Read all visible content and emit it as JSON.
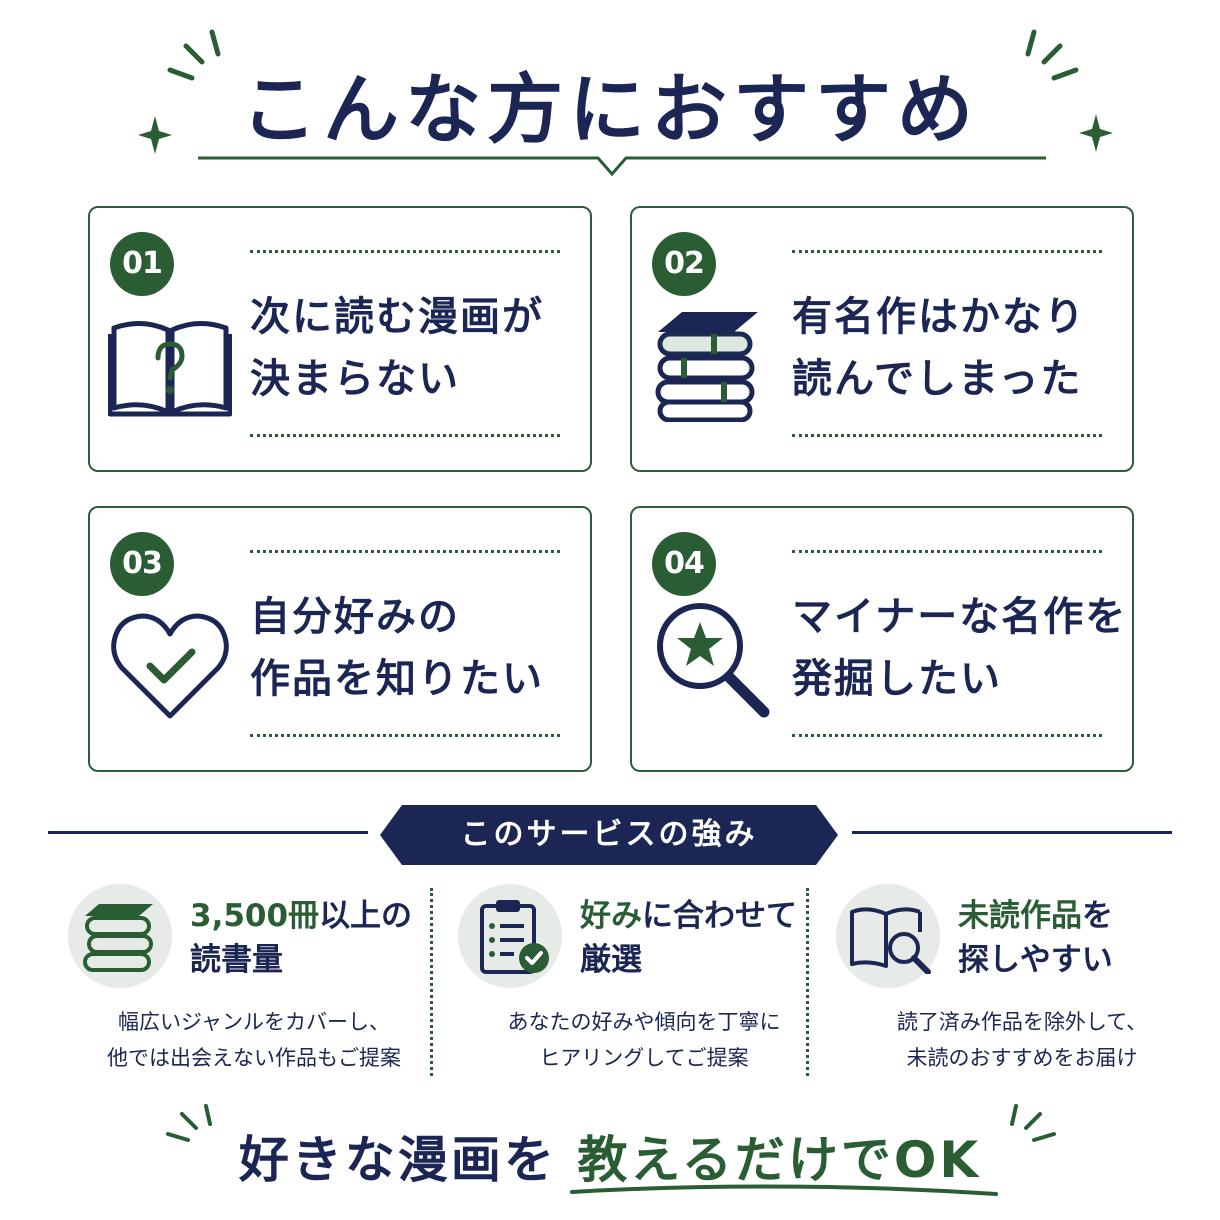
{
  "title": "こんな方におすすめ",
  "cards": [
    {
      "num": "01",
      "line1": "次に読む漫画が",
      "line2": "決まらない",
      "icon": "open-book-question-icon"
    },
    {
      "num": "02",
      "line1": "有名作はかなり",
      "line2": "読んでしまった",
      "icon": "book-stack-icon"
    },
    {
      "num": "03",
      "line1": "自分好みの",
      "line2": "作品を知りたい",
      "icon": "heart-check-icon"
    },
    {
      "num": "04",
      "line1": "マイナーな名作を",
      "line2": "発掘したい",
      "icon": "magnifier-star-icon"
    }
  ],
  "strengths": {
    "heading": "このサービスの強み",
    "items": [
      {
        "head_green": "3,500冊",
        "head_rest": "以上の",
        "head_line2": "読書量",
        "desc1": "幅広いジャンルをカバーし、",
        "desc2": "他では出会えない作品もご提案",
        "icon": "book-stack-icon"
      },
      {
        "head_green": "好み",
        "head_rest": "に合わせて",
        "head_line2": "厳選",
        "desc1": "あなたの好みや傾向を丁寧に",
        "desc2": "ヒアリングしてご提案",
        "icon": "clipboard-check-icon"
      },
      {
        "head_green": "未読作品",
        "head_rest": "を",
        "head_line2": "探しやすい",
        "desc1": "読了済み作品を除外して、",
        "desc2": "未読のおすすめをお届け",
        "icon": "book-magnifier-icon"
      }
    ]
  },
  "footer": {
    "part1": "好きな漫画を",
    "part2": "教えるだけでOK"
  },
  "colors": {
    "navy": "#1b2654",
    "green": "#2a5d34",
    "light_green": "#e7ebe7"
  }
}
